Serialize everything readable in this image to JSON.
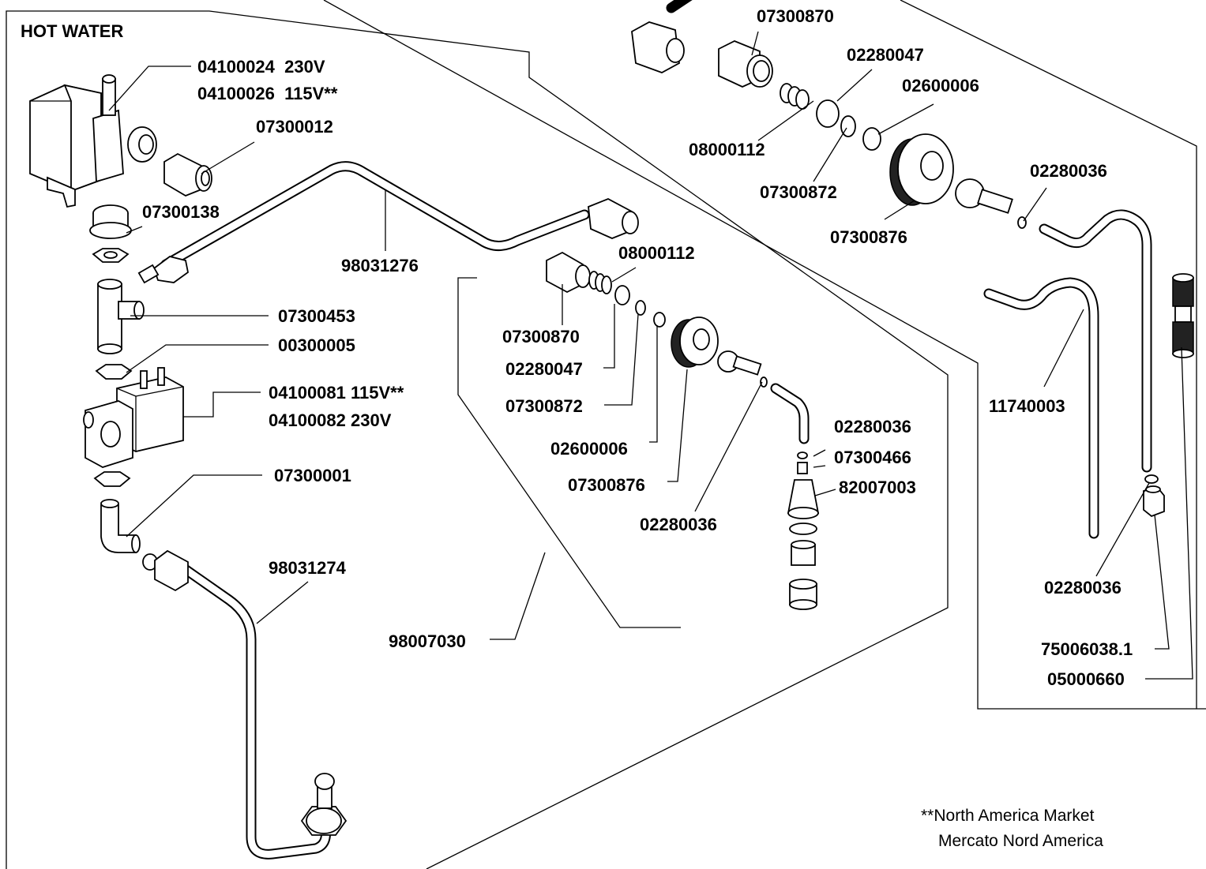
{
  "title": "HOT WATER",
  "note": {
    "line1": "**North America Market",
    "line2": "Mercato Nord America"
  },
  "labels": {
    "l_04100024": "04100024  230V",
    "l_04100026": "04100026  115V**",
    "l_07300012": "07300012",
    "l_07300138": "07300138",
    "l_98031276": "98031276",
    "l_07300453": "07300453",
    "l_00300005": "00300005",
    "l_04100081": "04100081 115V**",
    "l_04100082": "04100082 230V",
    "l_07300001": "07300001",
    "l_98031274": "98031274",
    "l_08000112_mid": "08000112",
    "l_07300870_mid": "07300870",
    "l_02280047_mid": "02280047",
    "l_07300872_mid": "07300872",
    "l_02600006_mid": "02600006",
    "l_07300876_mid": "07300876",
    "l_02280036_mid": "02280036",
    "l_98007030": "98007030",
    "l_02280036_b": "02280036",
    "l_07300466": "07300466",
    "l_82007003": "82007003",
    "l_07300870_top": "07300870",
    "l_02280047_top": "02280047",
    "l_02600006_top": "02600006",
    "l_08000112_top": "08000112",
    "l_07300872_top": "07300872",
    "l_07300876_top": "07300876",
    "l_02280036_top": "02280036",
    "l_11740003": "11740003",
    "l_02280036_r": "02280036",
    "l_75006038": "75006038.1",
    "l_05000660": "05000660"
  },
  "colors": {
    "line": "#000000",
    "background": "#ffffff",
    "part_shade": "#d9d9d9"
  }
}
